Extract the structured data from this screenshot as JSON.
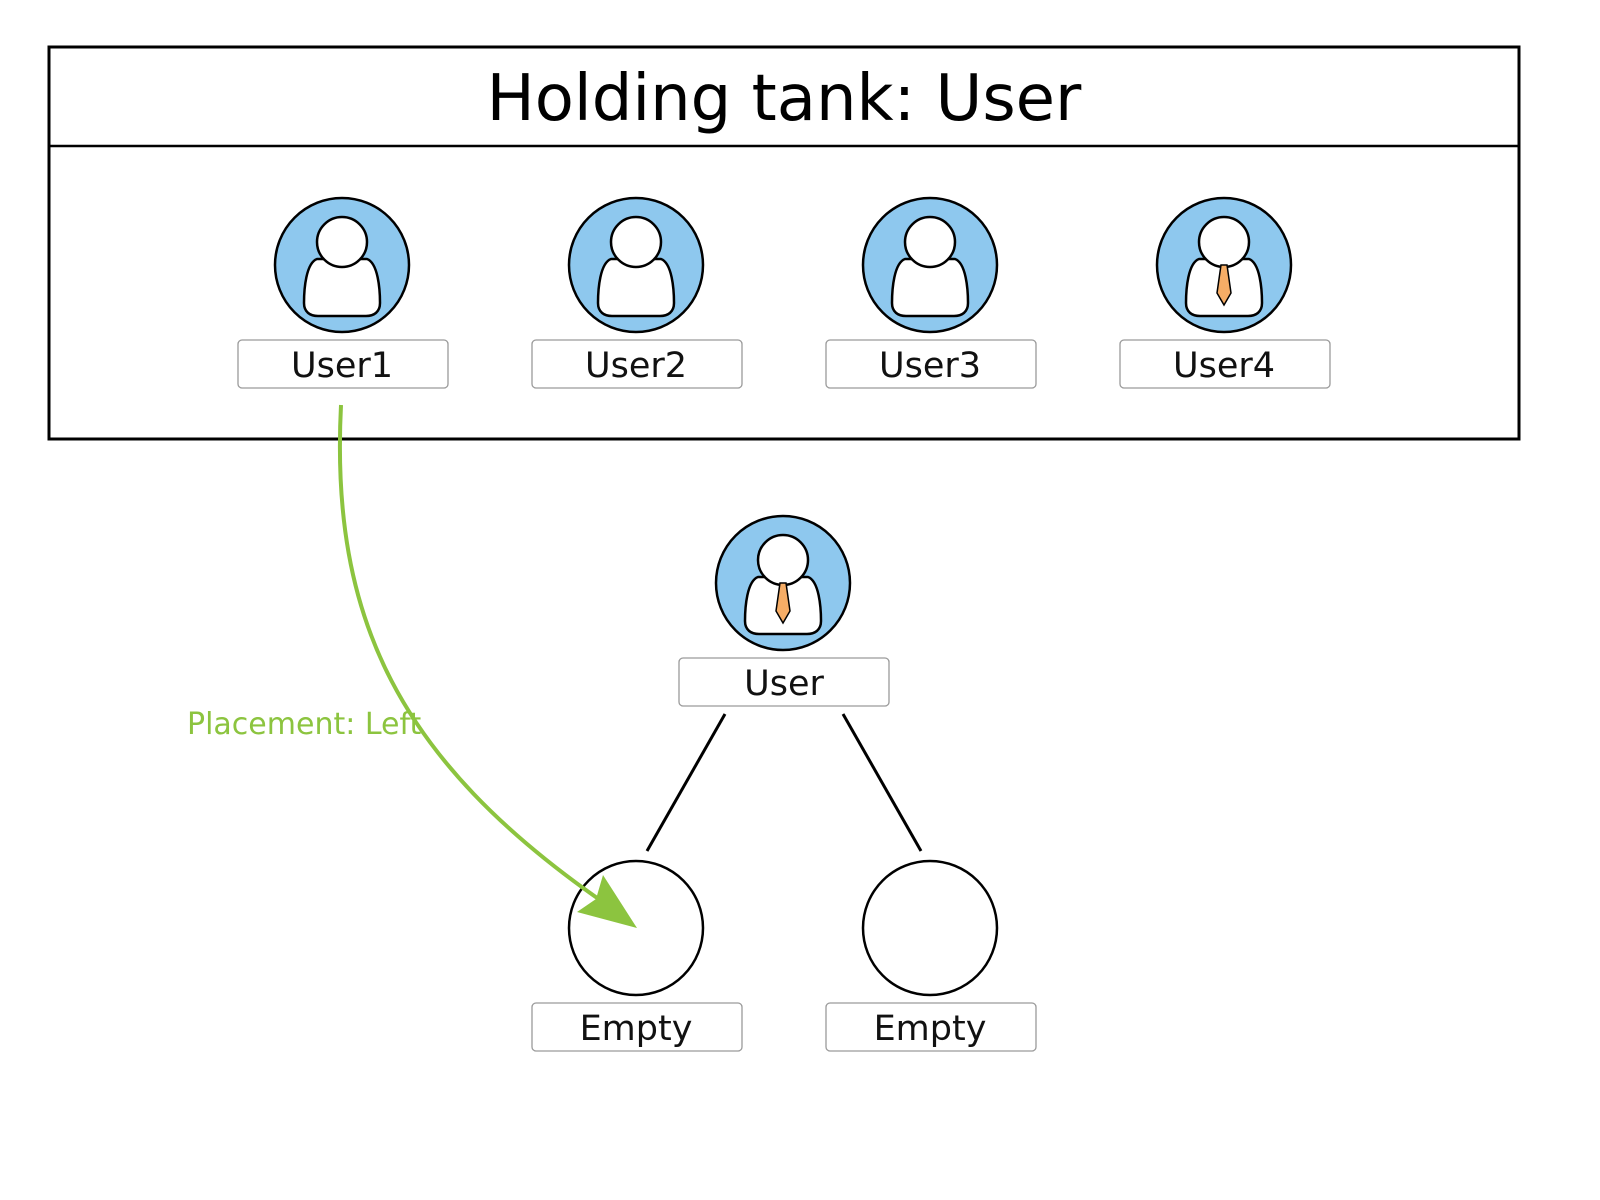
{
  "holding_tank": {
    "title": "Holding tank: User",
    "users": [
      {
        "label": "User1",
        "icon": "user-icon"
      },
      {
        "label": "User2",
        "icon": "user-icon"
      },
      {
        "label": "User3",
        "icon": "user-icon"
      },
      {
        "label": "User4",
        "icon": "user-tie-icon"
      }
    ]
  },
  "tree": {
    "root": {
      "label": "User",
      "icon": "user-tie-icon"
    },
    "children": [
      {
        "label": "Empty"
      },
      {
        "label": "Empty"
      }
    ]
  },
  "placement": {
    "label": "Placement: Left"
  },
  "colors": {
    "avatar_fill": "#8ec8ee",
    "tie": "#f6ad66",
    "arrow": "#8cc43f",
    "border": "#000000",
    "label_border": "#9a9a9a"
  }
}
